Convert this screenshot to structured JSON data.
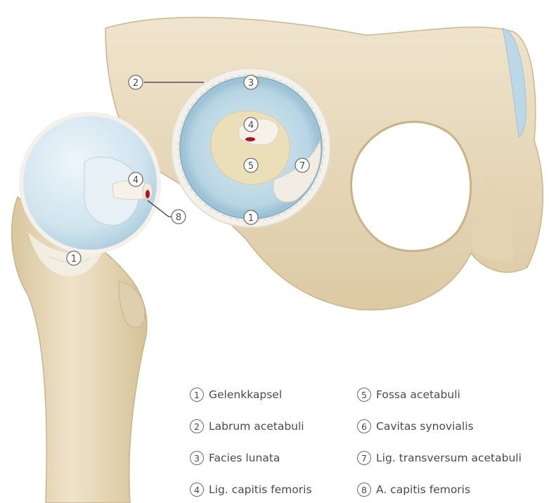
{
  "colors": {
    "bone": "#e9dcc1",
    "bone_shadow": "#cdb891",
    "cartilage": "#cfe3ee",
    "cartilage_dark": "#9fc3d6",
    "fossa": "#eadfb9",
    "capsule": "#f4f1ea",
    "artery": "#b3121c",
    "text": "#4a4a4a"
  },
  "markers": [
    {
      "id": "m1a",
      "number": "1"
    },
    {
      "id": "m1b",
      "number": "1"
    },
    {
      "id": "m2",
      "number": "2"
    },
    {
      "id": "m3",
      "number": "3"
    },
    {
      "id": "m4a",
      "number": "4"
    },
    {
      "id": "m4b",
      "number": "4"
    },
    {
      "id": "m5",
      "number": "5"
    },
    {
      "id": "m7",
      "number": "7"
    },
    {
      "id": "m8",
      "number": "8"
    }
  ],
  "legend": {
    "items": [
      {
        "number": "1",
        "label": "Gelenkkapsel"
      },
      {
        "number": "2",
        "label": "Labrum acetabuli"
      },
      {
        "number": "3",
        "label": "Facies lunata"
      },
      {
        "number": "4",
        "label": "Lig. capitis femoris"
      },
      {
        "number": "5",
        "label": "Fossa acetabuli"
      },
      {
        "number": "6",
        "label": "Cavitas synovialis"
      },
      {
        "number": "7",
        "label": "Lig. transversum acetabuli"
      },
      {
        "number": "8",
        "label": "A. capitis femoris"
      }
    ]
  }
}
